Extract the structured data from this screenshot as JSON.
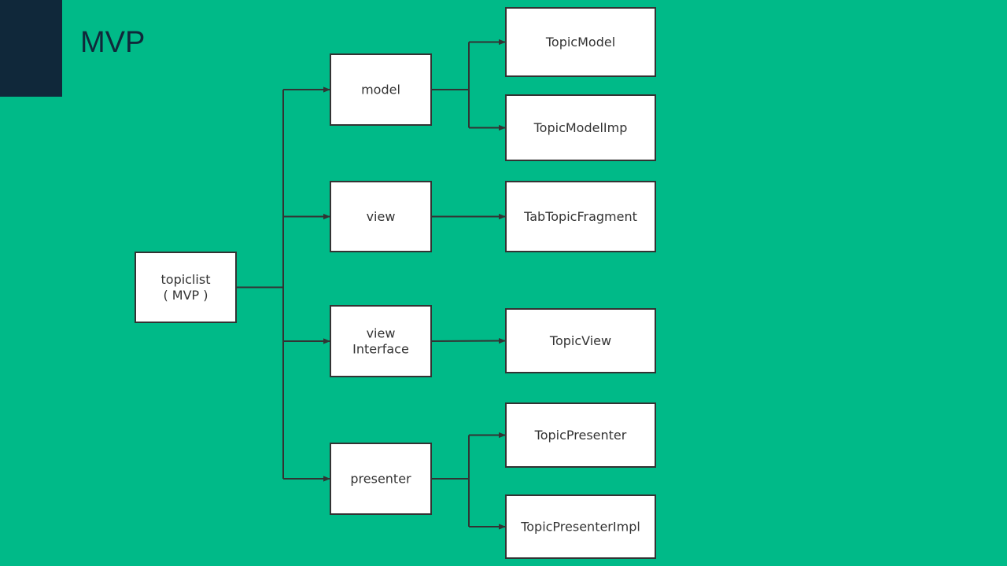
{
  "slide": {
    "title": "MVP"
  },
  "colors": {
    "background": "#00BA88",
    "corner_block": "#10283A",
    "title": "#10283A",
    "node_fill": "#FFFFFF",
    "line": "#333333"
  },
  "diagram": {
    "root": {
      "id": "topiclist",
      "label": [
        "topiclist",
        "( MVP )"
      ]
    },
    "branches": [
      {
        "id": "model",
        "label": [
          "model"
        ],
        "children": [
          {
            "id": "topic-model",
            "label": [
              "TopicModel"
            ]
          },
          {
            "id": "topic-model-imp",
            "label": [
              "TopicModelImp"
            ]
          }
        ]
      },
      {
        "id": "view",
        "label": [
          "view"
        ],
        "children": [
          {
            "id": "tab-topic-fragment",
            "label": [
              "TabTopicFragment"
            ]
          }
        ]
      },
      {
        "id": "view-interface",
        "label": [
          "view",
          "Interface"
        ],
        "children": [
          {
            "id": "topic-view",
            "label": [
              "TopicView"
            ]
          }
        ]
      },
      {
        "id": "presenter",
        "label": [
          "presenter"
        ],
        "children": [
          {
            "id": "topic-presenter",
            "label": [
              "TopicPresenter"
            ]
          },
          {
            "id": "topic-presenter-impl",
            "label": [
              "TopicPresenterImpl"
            ]
          }
        ]
      }
    ]
  }
}
